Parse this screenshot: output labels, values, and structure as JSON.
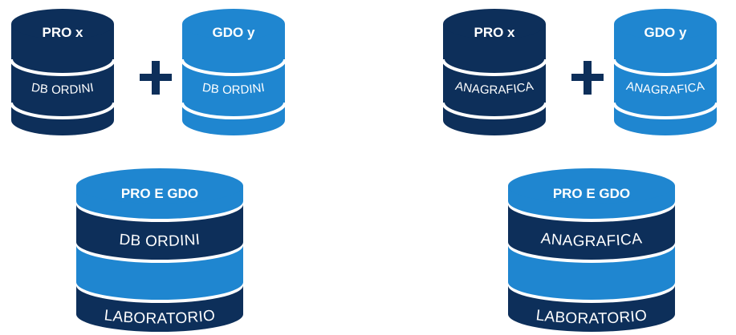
{
  "colors": {
    "dark_navy": "#0d2f5a",
    "bright_blue": "#1f86d0",
    "white": "#ffffff"
  },
  "left_group": {
    "db_a": {
      "top_label": "PRO x",
      "band_label": "DB ORDINI"
    },
    "plus": "+",
    "db_b": {
      "top_label": "GDO y",
      "band_label": "DB ORDINI"
    },
    "result": {
      "top_label": "PRO E GDO",
      "band_label": "DB ORDINI",
      "bottom_label": "LABORATORIO"
    }
  },
  "right_group": {
    "db_a": {
      "top_label": "PRO x",
      "band_label": "ANAGRAFICA"
    },
    "plus": "+",
    "db_b": {
      "top_label": "GDO y",
      "band_label": "ANAGRAFICA"
    },
    "result": {
      "top_label": "PRO E GDO",
      "band_label": "ANAGRAFICA",
      "bottom_label": "LABORATORIO"
    }
  }
}
